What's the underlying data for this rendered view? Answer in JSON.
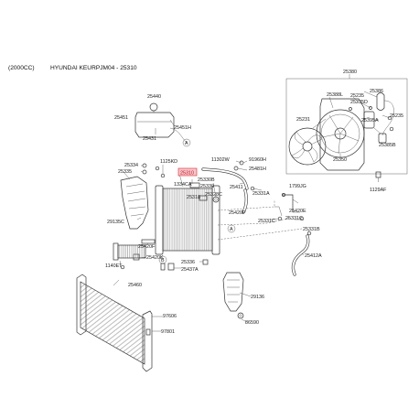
{
  "header": {
    "engine": "(2000CC)",
    "model": "HYUNDAI KEURPJM04 - 25310"
  },
  "colors": {
    "highlight_border": "#e0202a",
    "highlight_fill": "#f6c8cc",
    "line": "#333333"
  },
  "labels": {
    "l25380": "25380",
    "l25440": "25440",
    "l25451": "25451",
    "l25451H": "25451H",
    "l25431": "25431",
    "l25388L": "25388L",
    "l25235a": "25235",
    "l25386": "25386",
    "l25235D": "25235D",
    "l25395A": "25395A",
    "l25235b": "25235",
    "l25231": "25231",
    "l25385B": "25385B",
    "l25350": "25350",
    "l1129AF": "1129AF",
    "l25334": "25334",
    "l25335": "25335",
    "l1125KD": "1125KD",
    "l25310": "25310",
    "l11302W": "11302W",
    "l91960H": "91960H",
    "l25481H": "25481H",
    "l25411": "25411",
    "l25331A": "25331A",
    "l1334CA": "1334CA",
    "l25330B": "25330B",
    "l25330": "25330",
    "l25328C": "25328C",
    "l25318": "25318",
    "l1799JG": "1799JG",
    "l25420E": "25420E",
    "l25420P": "25420P",
    "l25331C": "25331C",
    "l25331Ca": "25331C",
    "l25331B": "25331B",
    "l29135C": "29135C",
    "l25420F": "25420F",
    "l25420K": "25420K",
    "l25412A": "25412A",
    "l1140ET": "1140ET",
    "l25336": "25336",
    "l25437A": "25437A",
    "l25460": "25460",
    "l29136": "29136",
    "l97606": "97606",
    "l86590": "86590",
    "l97801": "97801",
    "markA1": "A",
    "markA2": "A",
    "markB": "B"
  }
}
